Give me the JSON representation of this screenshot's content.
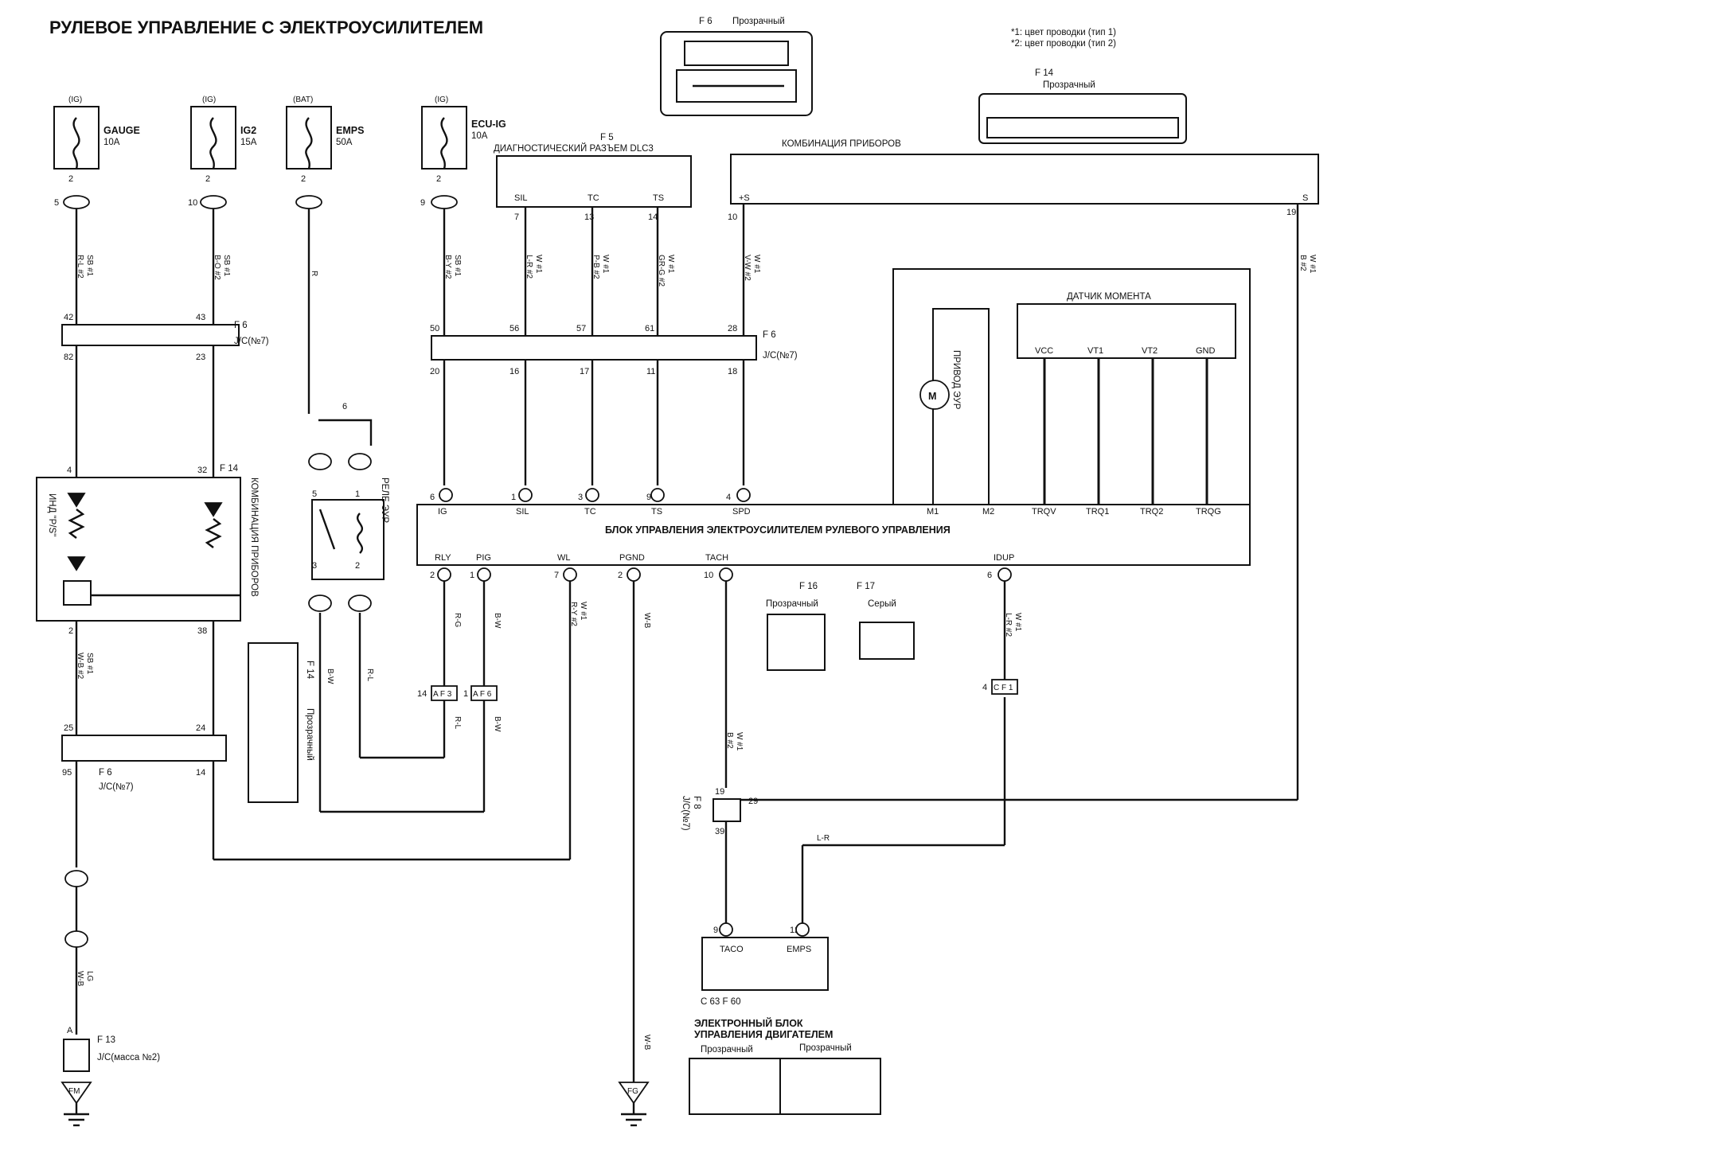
{
  "title": "РУЛЕВОЕ УПРАВЛЕНИЕ С ЭЛЕКТРОУСИЛИТЕЛЕМ",
  "notes": [
    "*1: цвет проводки (тип 1)",
    "*2: цвет проводки (тип 2)"
  ],
  "fuses": [
    {
      "src": "(IG)",
      "name": "GAUGE",
      "amp": "10A",
      "pin_out": "2",
      "conn": "5",
      "wire1": "SB #1",
      "wire2": "R-L #2"
    },
    {
      "src": "(IG)",
      "name": "IG2",
      "amp": "15A",
      "pin_out": "2",
      "conn": "10",
      "wire1": "SB #1",
      "wire2": "B-O #2"
    },
    {
      "src": "(BAT)",
      "name": "EMPS",
      "amp": "50A",
      "pin_out": "2",
      "conn": "",
      "wire1": "R",
      "wire2": ""
    },
    {
      "src": "(IG)",
      "name": "ECU-IG",
      "amp": "10A",
      "pin_out": "2",
      "conn": "9",
      "wire1": "SB #1",
      "wire2": "B-Y #2"
    }
  ],
  "dlc3": {
    "ref": "F 5",
    "title": "ДИАГНОСТИЧЕСКИЙ РАЗЪЕМ DLC3",
    "pins": [
      {
        "name": "SIL",
        "num": "7",
        "w1": "W #1",
        "w2": "L-R #2"
      },
      {
        "name": "TC",
        "num": "13",
        "w1": "W #1",
        "w2": "P-B #2"
      },
      {
        "name": "TS",
        "num": "14",
        "w1": "W #1",
        "w2": "GR-G #2"
      }
    ]
  },
  "combo_top": {
    "title": "КОМБИНАЦИЯ ПРИБОРОВ",
    "pin_plus_s": "+S",
    "pin_plus_s_num": "10",
    "pin_s": "S",
    "pin_s_num": "19",
    "w1": "W #1",
    "w2": "V-W #2",
    "right_w1": "W #1",
    "right_w2": "B #2"
  },
  "connector_f6": {
    "label": "F 6",
    "sub": "Прозрачный"
  },
  "connector_f14": {
    "label": "F 14",
    "sub": "Прозрачный"
  },
  "jc_top": {
    "ref": "F 6",
    "name": "J/C(№7)",
    "top_pins": [
      "50",
      "56",
      "57",
      "61",
      "28"
    ],
    "bottom_pins": [
      "20",
      "16",
      "17",
      "11",
      "18"
    ],
    "left_top": "42",
    "left_top2": "43",
    "left_bot": "82",
    "left_bot2": "23"
  },
  "jc_left_mid": {
    "ref": "F 6",
    "name": "J/C(№7)",
    "pin_a": "25",
    "pin_b": "24",
    "pin_c": "95",
    "pin_d": "14"
  },
  "jc_ground": {
    "ref": "F 13",
    "name": "J/C(масса №2)",
    "pin": "A",
    "ground": "FM"
  },
  "jc_lower": {
    "ref": "F 8",
    "name": "J/C(№7)",
    "pin_a": "19",
    "pin_b": "29",
    "pin_c": "39"
  },
  "combo_left": {
    "ref": "F 14",
    "title": "КОМБИНАЦИЯ ПРИБОРОВ",
    "ind": "ИНД \"P/S\"",
    "pins": [
      "4",
      "32",
      "2",
      "38"
    ]
  },
  "relay": {
    "name": "РЕЛЕ ЭУР",
    "pins": [
      "5",
      "1",
      "3",
      "2"
    ],
    "pin_top": "6"
  },
  "ecu_eps": {
    "title": "БЛОК УПРАВЛЕНИЯ ЭЛЕКТРОУСИЛИТЕЛЕМ РУЛЕВОГО УПРАВЛЕНИЯ",
    "top_pins": [
      {
        "name": "IG",
        "num": "6"
      },
      {
        "name": "SIL",
        "num": "1"
      },
      {
        "name": "TC",
        "num": "3"
      },
      {
        "name": "TS",
        "num": "9"
      },
      {
        "name": "SPD",
        "num": "4"
      }
    ],
    "top_right": [
      "M1",
      "M2",
      "TRQV",
      "TRQ1",
      "TRQ2",
      "TRQG"
    ],
    "bottom_pins": [
      {
        "name": "RLY",
        "num": "2"
      },
      {
        "name": "PIG",
        "num": "1"
      },
      {
        "name": "WL",
        "num": "7"
      },
      {
        "name": "PGND",
        "num": "2"
      },
      {
        "name": "TACH",
        "num": "10"
      },
      {
        "name": "IDUP",
        "num": "6"
      }
    ]
  },
  "motor": {
    "name": "ПРИВОД ЭУР"
  },
  "torque_sensor": {
    "title": "ДАТЧИК МОМЕНТА",
    "pins": [
      "VCC",
      "VT1",
      "VT2",
      "GND"
    ]
  },
  "eps_connectors": {
    "a": "F 16",
    "b": "F 17",
    "a_sub": "Прозрачный",
    "b_sub": "Серый"
  },
  "junctions": [
    {
      "id": "AF3",
      "text": "A F 3",
      "num": "14"
    },
    {
      "id": "AF6",
      "text": "A F 6",
      "num": "1"
    },
    {
      "id": "CF1",
      "text": "C F 1",
      "num": "4"
    }
  ],
  "engine_ecu": {
    "title1": "ЭЛЕКТРОННЫЙ БЛОК",
    "title2": "УПРАВЛЕНИЯ ДВИГАТЕЛЕМ",
    "pins": [
      {
        "name": "TACO",
        "num": "9"
      },
      {
        "name": "EMPS",
        "num": "12"
      }
    ],
    "refs": "C 63 F 60",
    "sub1": "Прозрачный",
    "sub2": "Прозрачный"
  },
  "wire_labels": {
    "rly": "R-G",
    "pig": "B-W",
    "wl1": "W #1",
    "wl2": "R-Y #2",
    "pgnd": "W-B",
    "tach1": "W #1",
    "tach2": "B #2",
    "idup1": "W #1",
    "idup2": "L-R #2",
    "lr": "L-R",
    "relay3": "B-W",
    "relay2": "R-L",
    "af3": "R-L",
    "af6": "B-W",
    "left_sb": "SB #1",
    "left_wb": "W-B #2",
    "left_lg": "LG",
    "left_wb2": "W-B",
    "ground_fg": "FG"
  }
}
